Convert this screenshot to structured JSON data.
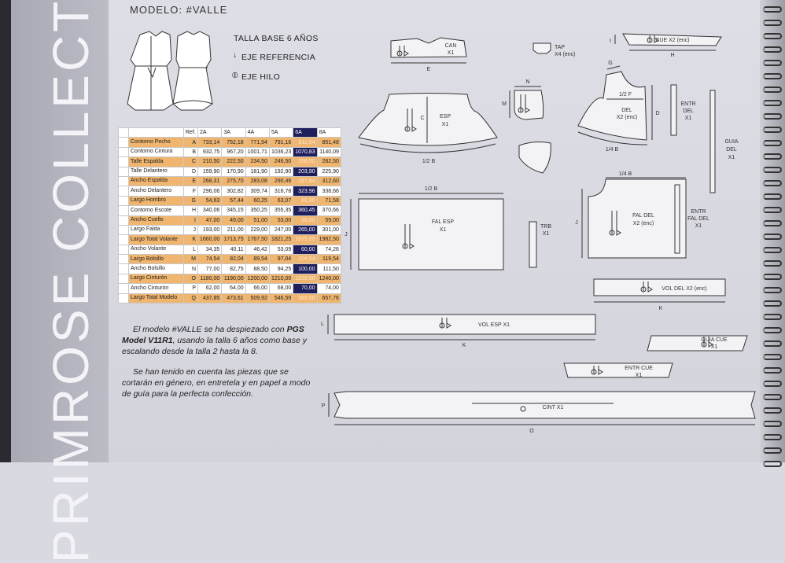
{
  "brand": "PRIMROSE COLLECTION",
  "model": {
    "label": "MODELO:",
    "name": "#VALLE"
  },
  "legend": {
    "base": "TALLA BASE 6 AÑOS",
    "ref": "EJE REFERENCIA",
    "grain": "EJE HILO"
  },
  "table": {
    "headers": [
      "Ref.",
      "2A",
      "3A",
      "4A",
      "5A",
      "6A",
      "8A"
    ],
    "rows": [
      {
        "label": "Contorno Pecho",
        "ref": "A",
        "v": [
          "733,14",
          "752,18",
          "771,54",
          "791,16",
          "811,04",
          "851,48"
        ]
      },
      {
        "label": "Contorno Cintura",
        "ref": "B",
        "v": [
          "932,75",
          "967,20",
          "1001,71",
          "1036,23",
          "1070,83",
          "1140,09"
        ]
      },
      {
        "label": "Talle Espalda",
        "ref": "C",
        "v": [
          "210,50",
          "222,50",
          "234,50",
          "246,50",
          "258,50",
          "282,50"
        ]
      },
      {
        "label": "Talle Delantero",
        "ref": "D",
        "v": [
          "159,90",
          "170,90",
          "181,90",
          "192,90",
          "203,90",
          "225,90"
        ]
      },
      {
        "label": "Ancho Espalda",
        "ref": "E",
        "v": [
          "268,31",
          "275,70",
          "283,08",
          "290,46",
          "297,84",
          "312,60"
        ]
      },
      {
        "label": "Ancho Delantero",
        "ref": "F",
        "v": [
          "296,06",
          "302,82",
          "309,74",
          "316,78",
          "323,96",
          "338,66"
        ]
      },
      {
        "label": "Largo Hombro",
        "ref": "G",
        "v": [
          "54,63",
          "57,44",
          "60,25",
          "63,07",
          "65,90",
          "71,58"
        ]
      },
      {
        "label": "Contorno Escote",
        "ref": "H",
        "v": [
          "340,06",
          "345,15",
          "350,25",
          "355,35",
          "360,45",
          "370,66"
        ]
      },
      {
        "label": "Ancho Cuello",
        "ref": "I",
        "v": [
          "47,00",
          "49,00",
          "51,00",
          "53,00",
          "55,00",
          "59,00"
        ]
      },
      {
        "label": "Largo Falda",
        "ref": "J",
        "v": [
          "193,00",
          "211,00",
          "229,00",
          "247,00",
          "265,00",
          "301,00"
        ]
      },
      {
        "label": "Largo Total Volante",
        "ref": "K",
        "v": [
          "1660,00",
          "1713,75",
          "1767,50",
          "1821,25",
          "1875,00",
          "1982,50"
        ]
      },
      {
        "label": "Ancho Volante",
        "ref": "L",
        "v": [
          "34,35",
          "40,11",
          "46,42",
          "53,09",
          "60,00",
          "74,26"
        ]
      },
      {
        "label": "Largo Bolsillo",
        "ref": "M",
        "v": [
          "74,54",
          "82,04",
          "89,54",
          "97,04",
          "104,54",
          "119,54"
        ]
      },
      {
        "label": "Ancho Bolsillo",
        "ref": "N",
        "v": [
          "77,00",
          "82,75",
          "88,50",
          "94,25",
          "100,00",
          "111,50"
        ]
      },
      {
        "label": "Largo Cinturón",
        "ref": "O",
        "v": [
          "1180,00",
          "1190,00",
          "1200,00",
          "1210,00",
          "1220,00",
          "1240,00"
        ]
      },
      {
        "label": "Ancho Cinturón",
        "ref": "P",
        "v": [
          "62,00",
          "64,00",
          "66,00",
          "68,00",
          "70,00",
          "74,00"
        ]
      },
      {
        "label": "Largo Total Modelo",
        "ref": "Q",
        "v": [
          "437,85",
          "473,61",
          "509,92",
          "546,59",
          "583,50",
          "657,76"
        ]
      }
    ]
  },
  "desc": {
    "p1_a": "El modelo #VALLE se ha despiezado con ",
    "p1_b": "PGS Model V11R1",
    "p1_c": ", usando la talla 6 años como base y escalando desde la talla 2 hasta la 8.",
    "p2": "Se han tenido en cuenta las piezas que se cortarán en género, en entretela y en papel a modo de guía para la perfecta confección."
  },
  "pieces": {
    "can": [
      "CAN",
      "X1"
    ],
    "tap": [
      "TAP",
      "X4 (enc)"
    ],
    "cue": "CUE  X2 (enc)",
    "esp": [
      "ESP",
      "X1"
    ],
    "del": [
      "DEL",
      "X2 (enc)"
    ],
    "entr_del": [
      "ENTR",
      "DEL",
      "X1"
    ],
    "guia_del": [
      "GUIA",
      "DEL",
      "X1"
    ],
    "fal_esp": [
      "FAL ESP",
      "X1"
    ],
    "trb": [
      "TRB",
      "X1"
    ],
    "fal_del": [
      "FAL DEL",
      "X2 (enc)"
    ],
    "entr_fal_del": [
      "ENTR",
      "FAL DEL",
      "X1"
    ],
    "vol_del": "VOL DEL  X2 (enc)",
    "vol_esp": "VOL ESP  X1",
    "guia_cue": [
      "GUIA CUE",
      "X1"
    ],
    "entr_cue": [
      "ENTR CUE",
      "X1"
    ],
    "cint": "CINT  X1"
  },
  "dims": {
    "E": "E",
    "H": "H",
    "N": "N",
    "M": "M",
    "G": "G",
    "C": "C",
    "D": "D",
    "F": "1/2 F",
    "B2": "1/2 B",
    "B4": "1/4 B",
    "J": "J",
    "K": "K",
    "L": "L",
    "O": "O",
    "P": "P",
    "I": "I"
  }
}
